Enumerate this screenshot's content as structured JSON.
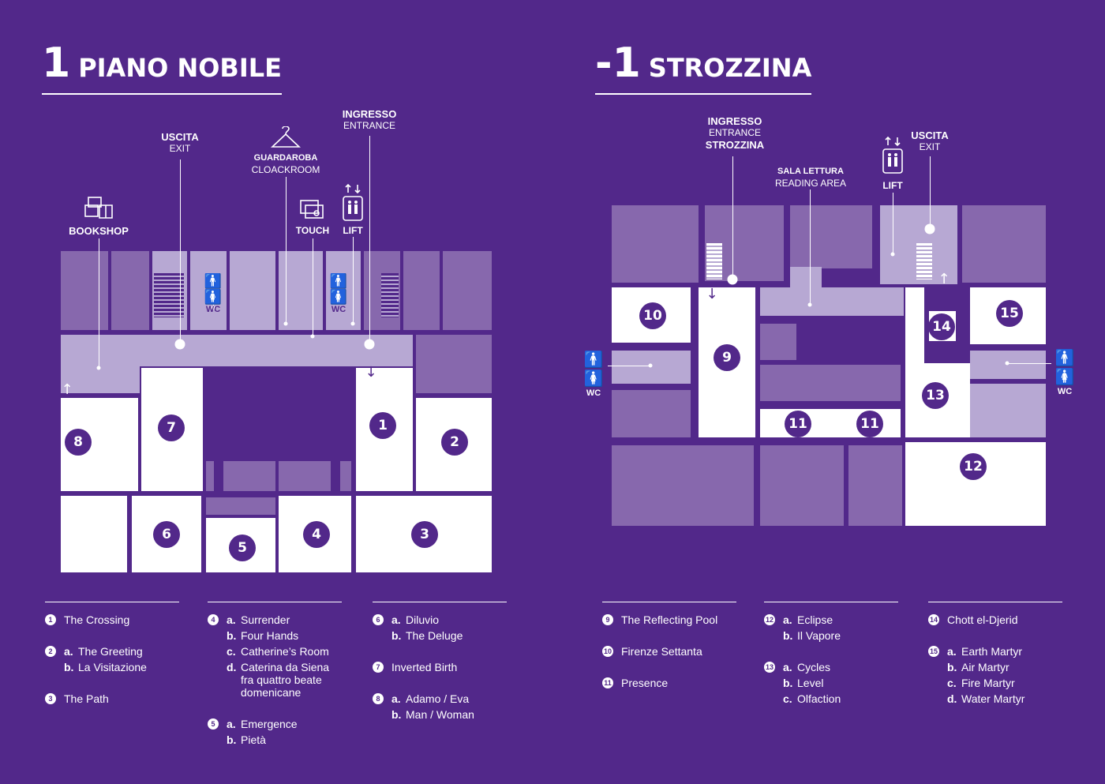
{
  "floors": [
    {
      "number": "1",
      "name": "PIANO NOBILE",
      "labels": {
        "bookshop": "BOOKSHOP",
        "uscita": "USCITA",
        "exit": "EXIT",
        "guardaroba": "GUARDAROBA",
        "cloakroom": "CLOACKROOM",
        "touch": "TOUCH",
        "ingresso": "INGRESSO",
        "entrance": "ENTRANCE",
        "lift": "LIFT",
        "wc": "WC"
      },
      "rooms": [
        "1",
        "2",
        "3",
        "4",
        "5",
        "6",
        "7",
        "8"
      ]
    },
    {
      "number": "-1",
      "name": "STROZZINA",
      "labels": {
        "ingresso": "INGRESSO",
        "entrance": "ENTRANCE",
        "strozzina": "STROZZINA",
        "sala_lettura": "SALA LETTURA",
        "reading_area": "READING AREA",
        "lift": "LIFT",
        "uscita": "USCITA",
        "exit": "EXIT",
        "wc": "WC"
      },
      "rooms": [
        "9",
        "10",
        "11",
        "12",
        "13",
        "14",
        "15"
      ]
    }
  ],
  "legend": {
    "c1": [
      {
        "n": "1",
        "items": [
          {
            "k": "",
            "t": "The Crossing"
          }
        ]
      },
      {
        "n": "2",
        "items": [
          {
            "k": "a.",
            "t": "The Greeting"
          },
          {
            "k": "b.",
            "t": "La Visitazione"
          }
        ]
      },
      {
        "n": "3",
        "items": [
          {
            "k": "",
            "t": "The Path"
          }
        ]
      }
    ],
    "c2": [
      {
        "n": "4",
        "items": [
          {
            "k": "a.",
            "t": "Surrender"
          },
          {
            "k": "b.",
            "t": "Four Hands"
          },
          {
            "k": "c.",
            "t": "Catherine’s Room"
          },
          {
            "k": "d.",
            "t": "Caterina da Siena fra quattro beate domenicane"
          }
        ]
      },
      {
        "n": "5",
        "items": [
          {
            "k": "a.",
            "t": "Emergence"
          },
          {
            "k": "b.",
            "t": "Pietà"
          }
        ]
      }
    ],
    "c3": [
      {
        "n": "6",
        "items": [
          {
            "k": "a.",
            "t": "Diluvio"
          },
          {
            "k": "b.",
            "t": "The Deluge"
          }
        ]
      },
      {
        "n": "7",
        "items": [
          {
            "k": "",
            "t": "Inverted Birth"
          }
        ]
      },
      {
        "n": "8",
        "items": [
          {
            "k": "a.",
            "t": "Adamo / Eva"
          },
          {
            "k": "b.",
            "t": "Man / Woman"
          }
        ]
      }
    ],
    "c4": [
      {
        "n": "9",
        "items": [
          {
            "k": "",
            "t": "The Reflecting Pool"
          }
        ]
      },
      {
        "n": "10",
        "items": [
          {
            "k": "",
            "t": "Firenze Settanta"
          }
        ]
      },
      {
        "n": "11",
        "items": [
          {
            "k": "",
            "t": "Presence"
          }
        ]
      }
    ],
    "c5": [
      {
        "n": "12",
        "items": [
          {
            "k": "a.",
            "t": "Eclipse"
          },
          {
            "k": "b.",
            "t": "Il Vapore"
          }
        ]
      },
      {
        "n": "13",
        "items": [
          {
            "k": "a.",
            "t": "Cycles"
          },
          {
            "k": "b.",
            "t": "Level"
          },
          {
            "k": "c.",
            "t": "Olfaction"
          }
        ]
      }
    ],
    "c6": [
      {
        "n": "14",
        "items": [
          {
            "k": "",
            "t": "Chott el-Djerid"
          }
        ]
      },
      {
        "n": "15",
        "items": [
          {
            "k": "a.",
            "t": "Earth Martyr"
          },
          {
            "k": "b.",
            "t": "Air Martyr"
          },
          {
            "k": "c.",
            "t": "Fire Martyr"
          },
          {
            "k": "d.",
            "t": "Water Martyr"
          }
        ]
      }
    ]
  },
  "colors": {
    "background": "#52288a",
    "white": "#ffffff",
    "light": "#b7a8d3",
    "medium": "#8768ad"
  },
  "icons": [
    "books-icon",
    "hanger-icon",
    "touch-screen-icon",
    "lift-icon",
    "wc-icon",
    "up-arrow-icon",
    "down-arrow-icon"
  ]
}
